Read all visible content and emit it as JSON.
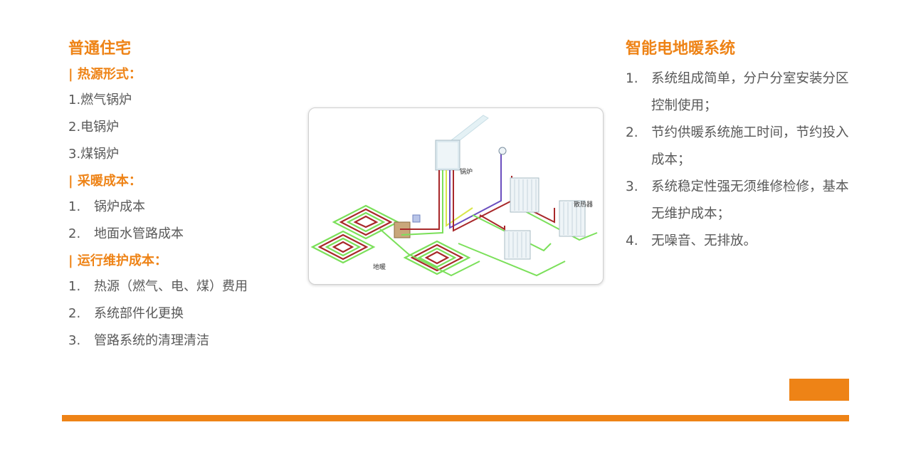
{
  "left": {
    "title": "普通住宅",
    "section1": {
      "heading": "| 热源形式：",
      "items": [
        "1.燃气锅炉",
        "2.电锅炉",
        "3.煤锅炉"
      ]
    },
    "section2": {
      "heading": "| 采暖成本：",
      "items": [
        {
          "num": "1.",
          "text": "锅炉成本"
        },
        {
          "num": "2.",
          "text": "地面水管路成本"
        }
      ]
    },
    "section3": {
      "heading": "| 运行维护成本：",
      "items": [
        {
          "num": "1.",
          "text": "热源（燃气、电、煤）费用"
        },
        {
          "num": "2.",
          "text": "系统部件化更换"
        },
        {
          "num": "3.",
          "text": "管路系统的清理清洁"
        }
      ]
    }
  },
  "right": {
    "title": "智能电地暖系统",
    "items": [
      {
        "num": "1.",
        "text": "系统组成简单，分户分室安装分区控制使用；"
      },
      {
        "num": "2.",
        "text": "节约供暖系统施工时间，节约投入成本；"
      },
      {
        "num": "3.",
        "text": "系统稳定性强无须维修检修，基本无维护成本；"
      },
      {
        "num": "4.",
        "text": "无噪音、无排放。"
      }
    ]
  },
  "diagram": {
    "label_boiler": "锅炉",
    "label_radiator": "散热器",
    "label_floor": "地暖"
  },
  "colors": {
    "accent": "#EE8316",
    "text": "#595959",
    "pipe_red": "#A8282A",
    "pipe_green": "#7BE05A",
    "pipe_purple": "#6B4FBF"
  }
}
